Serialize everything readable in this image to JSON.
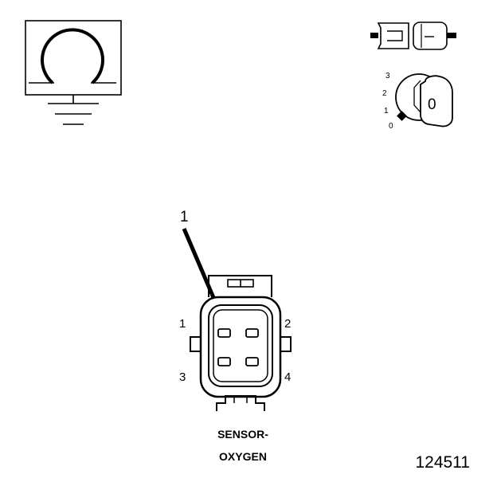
{
  "diagram": {
    "callout": "1",
    "pins": [
      "1",
      "2",
      "3",
      "4"
    ],
    "key_positions": [
      "3",
      "2",
      "1",
      "0"
    ],
    "key_glyph": "0",
    "caption_line1": "SENSOR-",
    "caption_line2": "OXYGEN",
    "figure_number": "124511"
  }
}
